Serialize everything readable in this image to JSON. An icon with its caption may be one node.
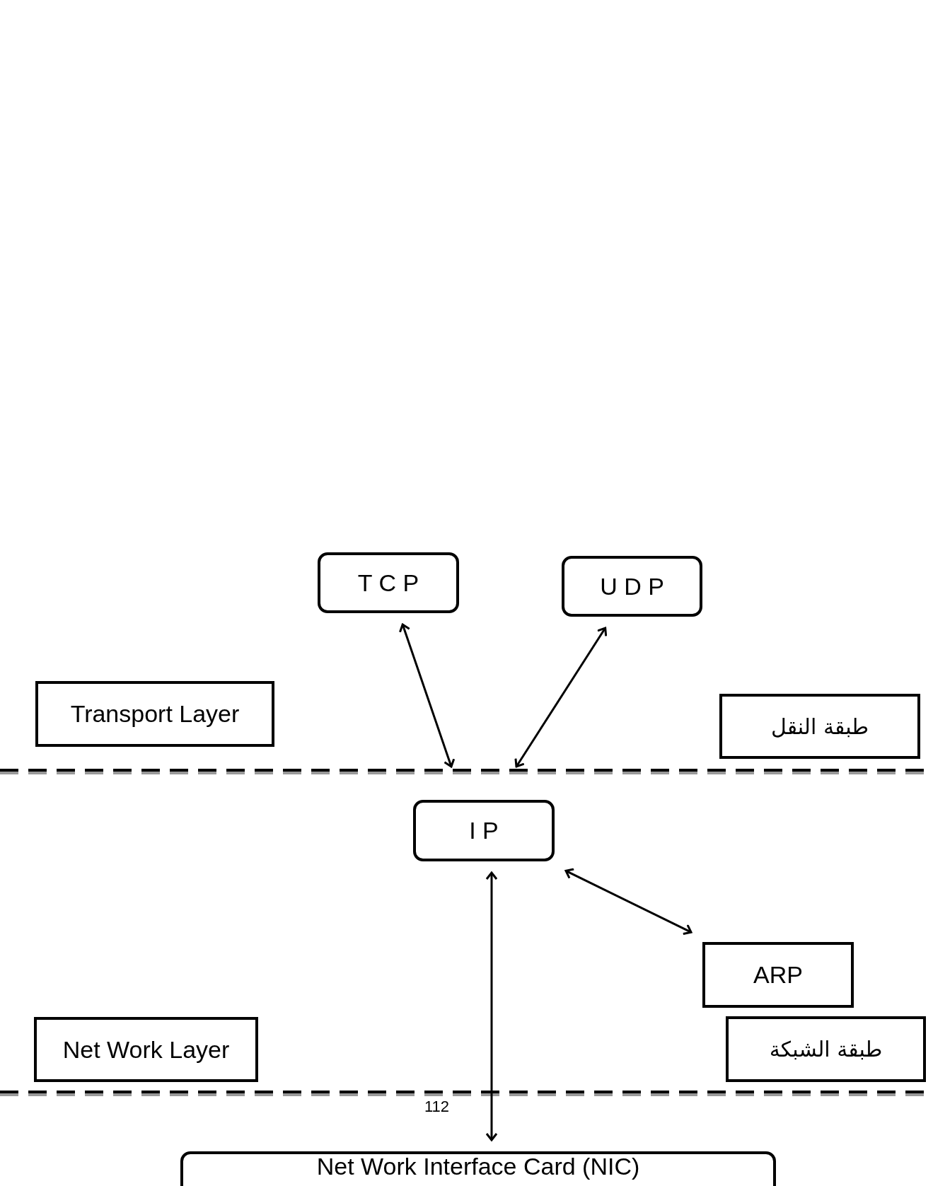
{
  "diagram": {
    "nodes": [
      {
        "text": [
          "T C P"
        ]
      },
      {
        "text": [
          "U D P"
        ]
      },
      {
        "text": [
          "Transport Layer"
        ]
      },
      {
        "text": [
          "طبقة النقل"
        ]
      },
      {
        "text": [
          "I P"
        ]
      },
      {
        "text": [
          "ARP"
        ]
      },
      {
        "text": [
          "Net Work Layer"
        ]
      },
      {
        "text": [
          "طبقة الشبكة"
        ]
      },
      {
        "text": [
          "Net Work Interface Card (NIC)"
        ]
      }
    ],
    "edges": [
      {
        "from": 0,
        "to": null,
        "arrow": "both"
      },
      {
        "from": 1,
        "to": null,
        "arrow": "both"
      },
      {
        "from": 4,
        "to": 5,
        "arrow": "both"
      },
      {
        "from": 4,
        "to": 8,
        "arrow": "both"
      }
    ],
    "labels": [
      "112"
    ]
  }
}
